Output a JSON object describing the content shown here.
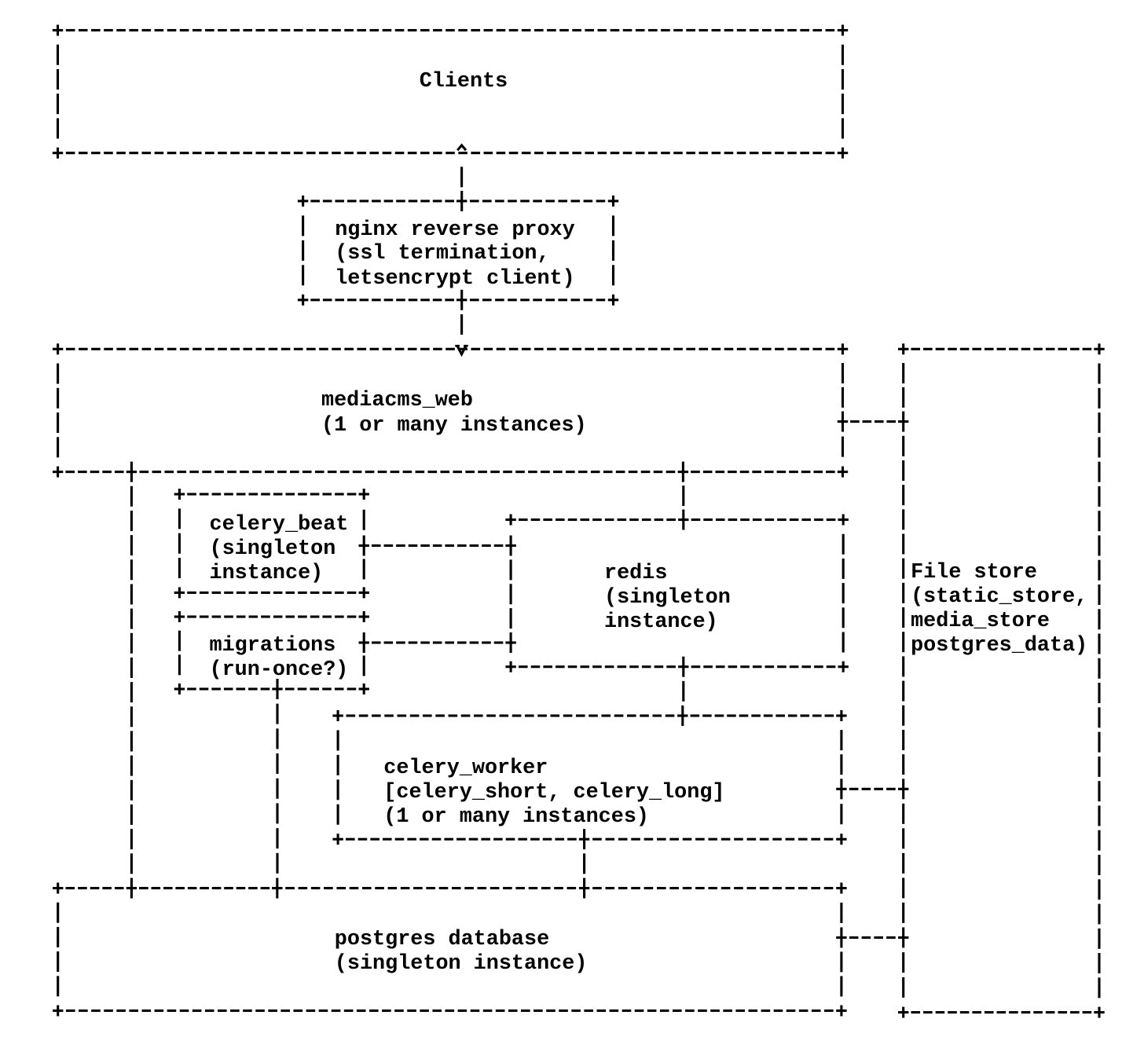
{
  "page": {
    "background": "#ffffff",
    "ink": "#000000"
  },
  "diagram": {
    "nodes": {
      "clients": {
        "lines": [
          "Clients"
        ]
      },
      "nginx": {
        "lines": [
          "nginx reverse proxy",
          "(ssl termination,",
          "letsencrypt client)"
        ]
      },
      "mediacms_web": {
        "lines": [
          "mediacms_web",
          "(1 or many instances)"
        ]
      },
      "celery_beat": {
        "lines": [
          "celery_beat",
          "(singleton",
          "instance)"
        ]
      },
      "migrations": {
        "lines": [
          "migrations",
          "(run-once?)"
        ]
      },
      "redis": {
        "lines": [
          "redis",
          "(singleton",
          "instance)"
        ]
      },
      "celery_worker": {
        "lines": [
          "celery_worker",
          "[celery_short, celery_long]",
          "(1 or many instances)"
        ]
      },
      "file_store": {
        "lines": [
          "File store",
          "(static_store,",
          "media_store",
          "postgres_data)"
        ]
      },
      "postgres": {
        "lines": [
          "postgres database",
          "(singleton instance)"
        ]
      }
    },
    "icons": {
      "arrow_up": "^",
      "arrow_down": "v"
    }
  }
}
